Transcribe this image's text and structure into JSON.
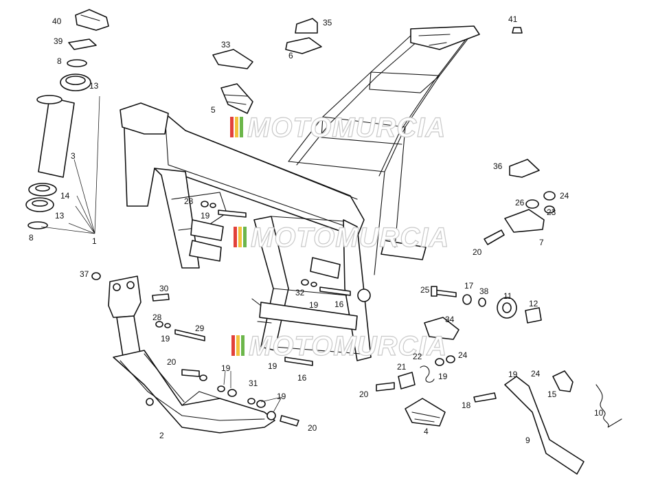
{
  "diagram": {
    "labels": {
      "p1": "1",
      "p2": "2",
      "p3": "3",
      "p4": "4",
      "p5": "5",
      "p6": "6",
      "p7": "7",
      "p8a": "8",
      "p8b": "8",
      "p9": "9",
      "p10": "10",
      "p11": "11",
      "p12": "12",
      "p13a": "13",
      "p13b": "13",
      "p14": "14",
      "p15": "15",
      "p16a": "16",
      "p16b": "16",
      "p17": "17",
      "p18": "18",
      "p19a": "19",
      "p19b": "19",
      "p19c": "19",
      "p19d": "19",
      "p19e": "19",
      "p19f": "19",
      "p19g": "19",
      "p19h": "19",
      "p20a": "20",
      "p20b": "20",
      "p20c": "20",
      "p20d": "20",
      "p21": "21",
      "p22": "22",
      "p23": "23",
      "p24a": "24",
      "p24b": "24",
      "p24c": "24",
      "p25": "25",
      "p26": "26",
      "p28a": "28",
      "p28b": "28",
      "p29": "29",
      "p30": "30",
      "p31": "31",
      "p32": "32",
      "p33": "33",
      "p34": "34",
      "p35": "35",
      "p36": "36",
      "p37": "37",
      "p38": "38",
      "p39": "39",
      "p40": "40",
      "p41": "41"
    },
    "watermark": {
      "text": "MOTOMURCIA",
      "stripe_colors": [
        "#e2413a",
        "#f2c23a",
        "#6cb64a",
        "#3d7fd1"
      ]
    }
  }
}
